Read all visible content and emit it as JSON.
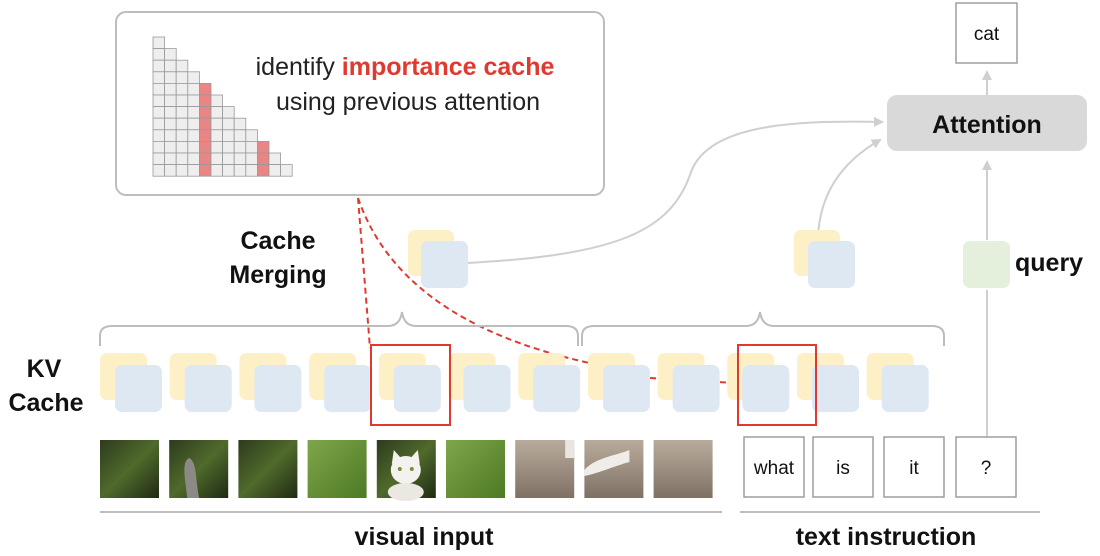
{
  "callout": {
    "line1_plain": "identify ",
    "line1_highlight": "importance cache",
    "line2": "using previous attention"
  },
  "labels": {
    "cache_merging_1": "Cache",
    "cache_merging_2": "Merging",
    "kv_1": "KV",
    "kv_2": "Cache",
    "query": "query",
    "attention": "Attention",
    "output": "cat",
    "visual_input": "visual input",
    "text_instruction": "text instruction"
  },
  "text_tokens": [
    "what",
    "is",
    "it",
    "?"
  ],
  "colors": {
    "key": "#fdf0c6",
    "value": "#dde8f3",
    "query": "#e4efdc",
    "highlight": "#e03a2f",
    "attention_box": "#d9d9d9",
    "connector": "#cfcfcf",
    "grid_line": "#9a9a9a",
    "grid_highlight": "#e98585"
  },
  "icons": {
    "photos": [
      "blurred-forest-photo",
      "cat-tail-photo",
      "blurred-forest-photo",
      "grass-photo",
      "white-cat-photo",
      "grass-photo",
      "cat-on-path-photo",
      "cat-paw-on-path-photo",
      "path-ground-photo"
    ]
  }
}
